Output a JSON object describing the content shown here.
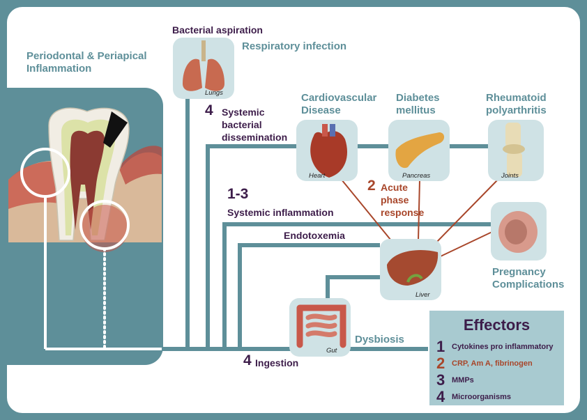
{
  "title": "Periodontal & Periapical Inflammation",
  "labels": {
    "bacterial_aspiration": "Bacterial aspiration",
    "respiratory_infection": "Respiratory infection",
    "cardiovascular": "Cardiovascular Disease",
    "diabetes": "Diabetes mellitus",
    "rheumatoid": "Rheumatoid polyarthritis",
    "dissemination_num": "4",
    "dissemination": "Systemic bacterial dissemination",
    "acute_num": "2",
    "acute": "Acute phase response",
    "systemic_num": "1-3",
    "systemic": "Systemic inflammation",
    "endotoxemia": "Endotoxemia",
    "pregnancy": "Pregnancy Complications",
    "dysbiosis": "Dysbiosis",
    "ingestion_num": "4",
    "ingestion": "Ingestion"
  },
  "organs": {
    "lungs": "Lungs",
    "heart": "Heart",
    "pancreas": "Pancreas",
    "joints": "Joints",
    "liver": "Liver",
    "gut": "Gut"
  },
  "effectors": {
    "title": "Effectors",
    "items": [
      {
        "num": "1",
        "text": "Cytokines pro inflammatory",
        "color": "#3d1d4a"
      },
      {
        "num": "2",
        "text": "CRP, Am A, fibrinogen",
        "color": "#a8462a"
      },
      {
        "num": "3",
        "text": "MMPs",
        "color": "#3d1d4a"
      },
      {
        "num": "4",
        "text": "Microorganisms",
        "color": "#3d1d4a"
      }
    ]
  },
  "colors": {
    "teal": "#5e8f99",
    "dark": "#3d1d4a",
    "rust": "#a8462a",
    "effector_box": "#a8cad0",
    "organ_bg": "#cfe2e5"
  }
}
